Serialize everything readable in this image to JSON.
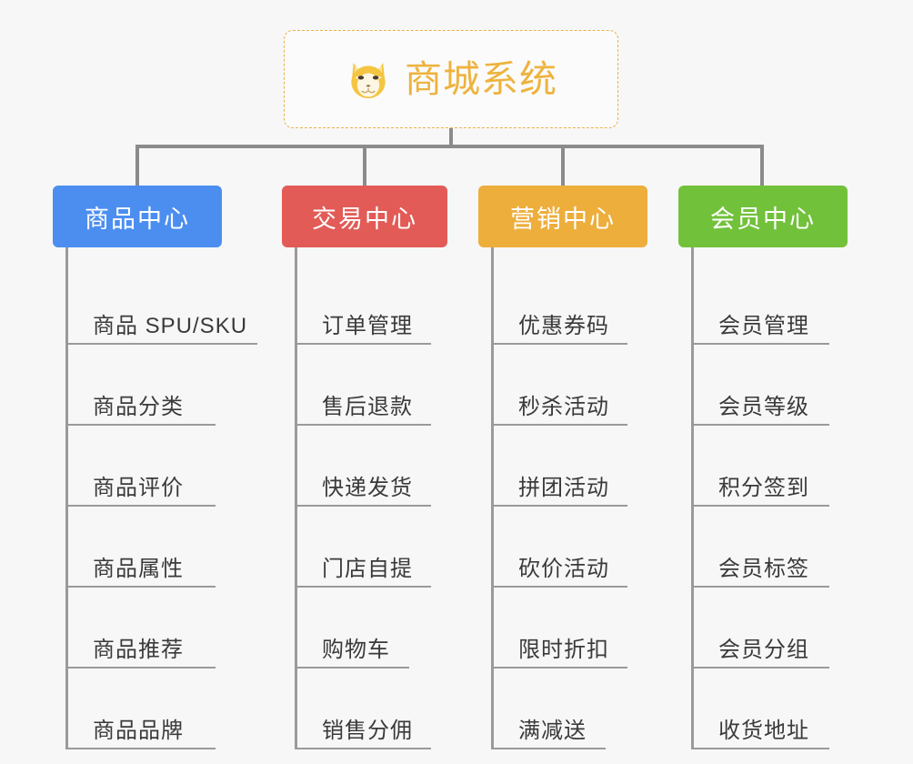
{
  "root": {
    "title": "商城系统",
    "icon": "shiba-dog-emoji",
    "title_color": "#eeb33e",
    "border_color": "#e8b24a"
  },
  "connector_color": "#8b8b8b",
  "categories": [
    {
      "label": "商品中心",
      "color": "#4c8ef0",
      "items": [
        "商品 SPU/SKU",
        "商品分类",
        "商品评价",
        "商品属性",
        "商品推荐",
        "商品品牌"
      ]
    },
    {
      "label": "交易中心",
      "color": "#e25b57",
      "items": [
        "订单管理",
        "售后退款",
        "快递发货",
        "门店自提",
        "购物车",
        "销售分佣"
      ]
    },
    {
      "label": "营销中心",
      "color": "#edae3c",
      "items": [
        "优惠券码",
        "秒杀活动",
        "拼团活动",
        "砍价活动",
        "限时折扣",
        "满减送"
      ]
    },
    {
      "label": "会员中心",
      "color": "#72c13b",
      "items": [
        "会员管理",
        "会员等级",
        "积分签到",
        "会员标签",
        "会员分组",
        "收货地址"
      ]
    }
  ]
}
